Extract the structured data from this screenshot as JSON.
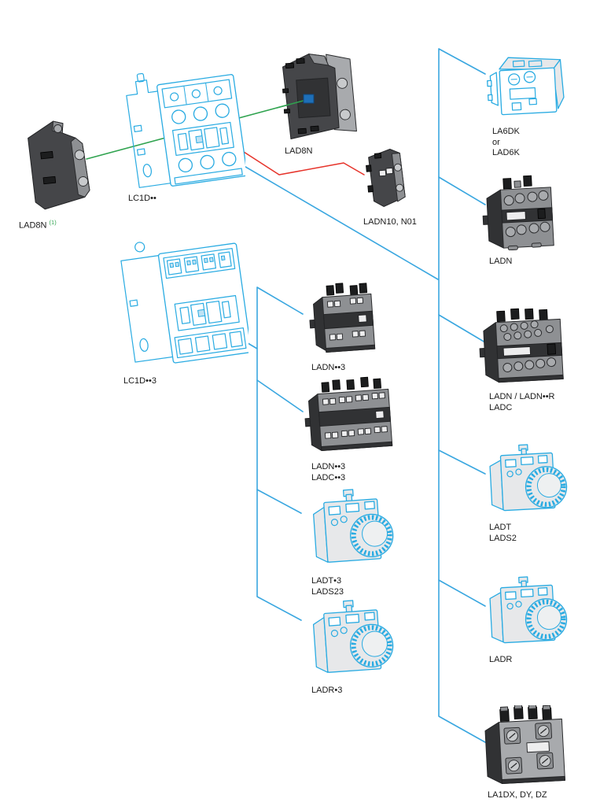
{
  "colors": {
    "line_blue": "#3aa7e0",
    "line_green": "#2fa34f",
    "line_red": "#e6332a",
    "drawing_cyan": "#29abe2",
    "dark_gray": "#454649",
    "light_gray": "#e7e8ea"
  },
  "products": {
    "lad8n_side": {
      "label": "LAD8N",
      "superscript": "(1)"
    },
    "lc1d": {
      "label": "LC1D••"
    },
    "lad8n_front": {
      "label": "LAD8N"
    },
    "ladn10": {
      "label": "LADN10, N01"
    },
    "lc1d3": {
      "label": "LC1D••3"
    },
    "ladn3": {
      "label": "LADN••3"
    },
    "ladn3_ladc3": {
      "label": "LADN••3",
      "label2": "LADC••3"
    },
    "ladt3": {
      "label": "LADT•3",
      "label2": "LADS23"
    },
    "ladr3": {
      "label": "LADR•3"
    },
    "la6dk": {
      "label": "LA6DK",
      "label2": "or",
      "label3": "LAD6K"
    },
    "ladn": {
      "label": "LADN"
    },
    "ladn_ladnr": {
      "label": "LADN / LADN••R",
      "label2": "LADC"
    },
    "ladt": {
      "label": "LADT",
      "label2": "LADS2"
    },
    "ladr": {
      "label": "LADR"
    },
    "la1dx": {
      "label": "LA1DX, DY, DZ"
    }
  }
}
